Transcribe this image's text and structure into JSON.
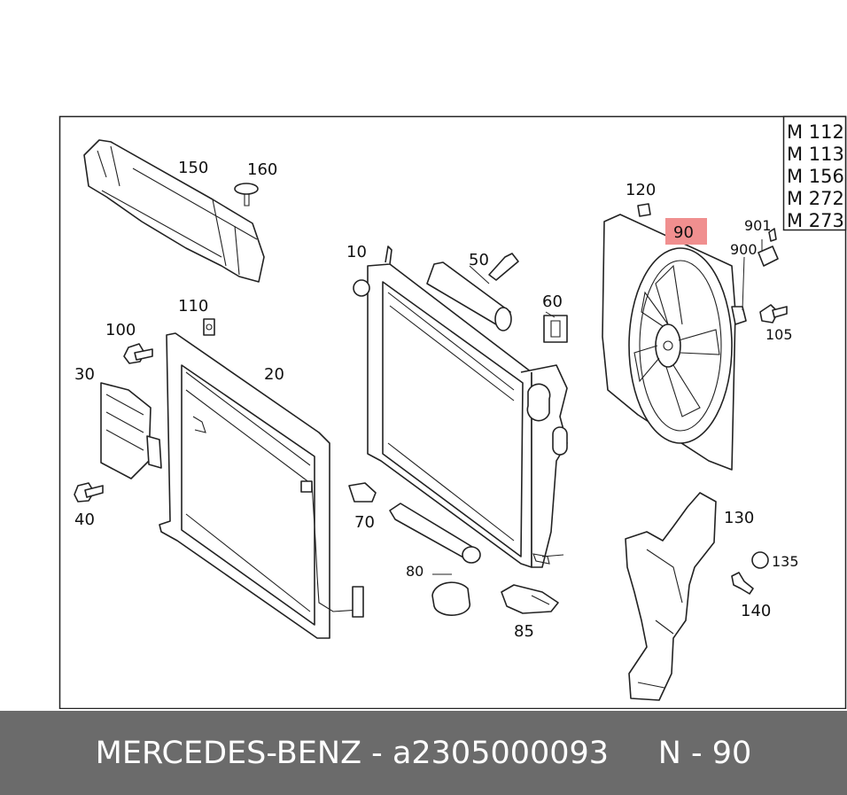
{
  "engines": [
    "M 112",
    "M 113",
    "M 156",
    "M 272",
    "M 273"
  ],
  "highlight": {
    "label": "90",
    "color": "#f08f8f"
  },
  "labels": {
    "p150": "150",
    "p160": "160",
    "p10": "10",
    "p50": "50",
    "p60": "60",
    "p110": "110",
    "p100": "100",
    "p30": "30",
    "p20": "20",
    "p40": "40",
    "p70": "70",
    "p80": "80",
    "p85": "85",
    "p120": "120",
    "p901": "901",
    "p900": "900",
    "p105": "105",
    "p130": "130",
    "p135": "135",
    "p140": "140"
  },
  "footer": {
    "brand": "MERCEDES-BENZ",
    "sep": " - ",
    "part_number": "a2305000093",
    "gap": "     ",
    "ref": "N - 90"
  },
  "colors": {
    "footer_bg": "#6b6b6b",
    "footer_text": "#ffffff"
  }
}
